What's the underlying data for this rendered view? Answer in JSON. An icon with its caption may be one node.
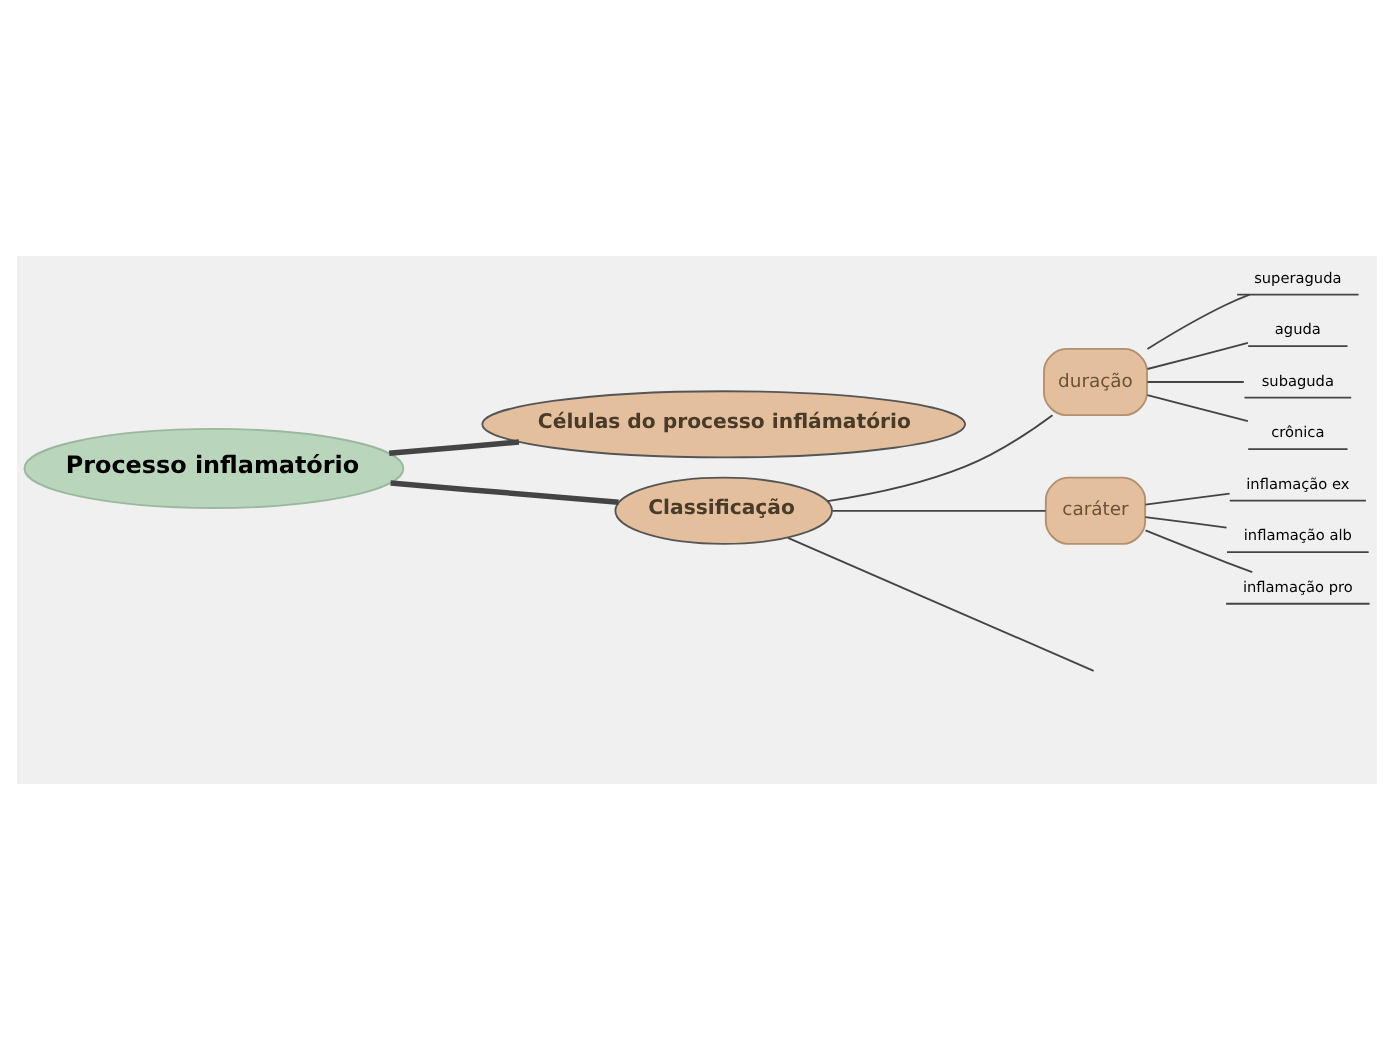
{
  "diagram": {
    "nodes": [
      {
        "text": [
          "Processo inflamatório"
        ]
      },
      {
        "text": [
          "Células do processo inflámatório"
        ]
      },
      {
        "text": [
          "Classificação"
        ]
      },
      {
        "text": [
          "duração"
        ]
      },
      {
        "text": [
          "superaguda"
        ]
      },
      {
        "text": [
          "aguda"
        ]
      },
      {
        "text": [
          "subaguda"
        ]
      },
      {
        "text": [
          "crônica"
        ]
      },
      {
        "text": [
          "caráter"
        ]
      },
      {
        "text": [
          "inflamação ex"
        ]
      },
      {
        "text": [
          "inflamação alb"
        ]
      },
      {
        "text": [
          "inflamação pro"
        ]
      }
    ],
    "edges": [
      {
        "from": 0,
        "to": 1,
        "arrow": "none",
        "style": "thick"
      },
      {
        "from": 0,
        "to": 2,
        "arrow": "none",
        "style": "thick"
      },
      {
        "from": 2,
        "to": 3,
        "arrow": "none"
      },
      {
        "from": 3,
        "to": 4,
        "arrow": "none"
      },
      {
        "from": 3,
        "to": 5,
        "arrow": "none"
      },
      {
        "from": 3,
        "to": 6,
        "arrow": "none"
      },
      {
        "from": 3,
        "to": 7,
        "arrow": "none"
      },
      {
        "from": 2,
        "to": 8,
        "arrow": "none"
      },
      {
        "from": 8,
        "to": 9,
        "arrow": "none"
      },
      {
        "from": 8,
        "to": 10,
        "arrow": "none"
      },
      {
        "from": 8,
        "to": 11,
        "arrow": "none"
      },
      {
        "from": 2,
        "to": null,
        "arrow": "none"
      }
    ]
  }
}
